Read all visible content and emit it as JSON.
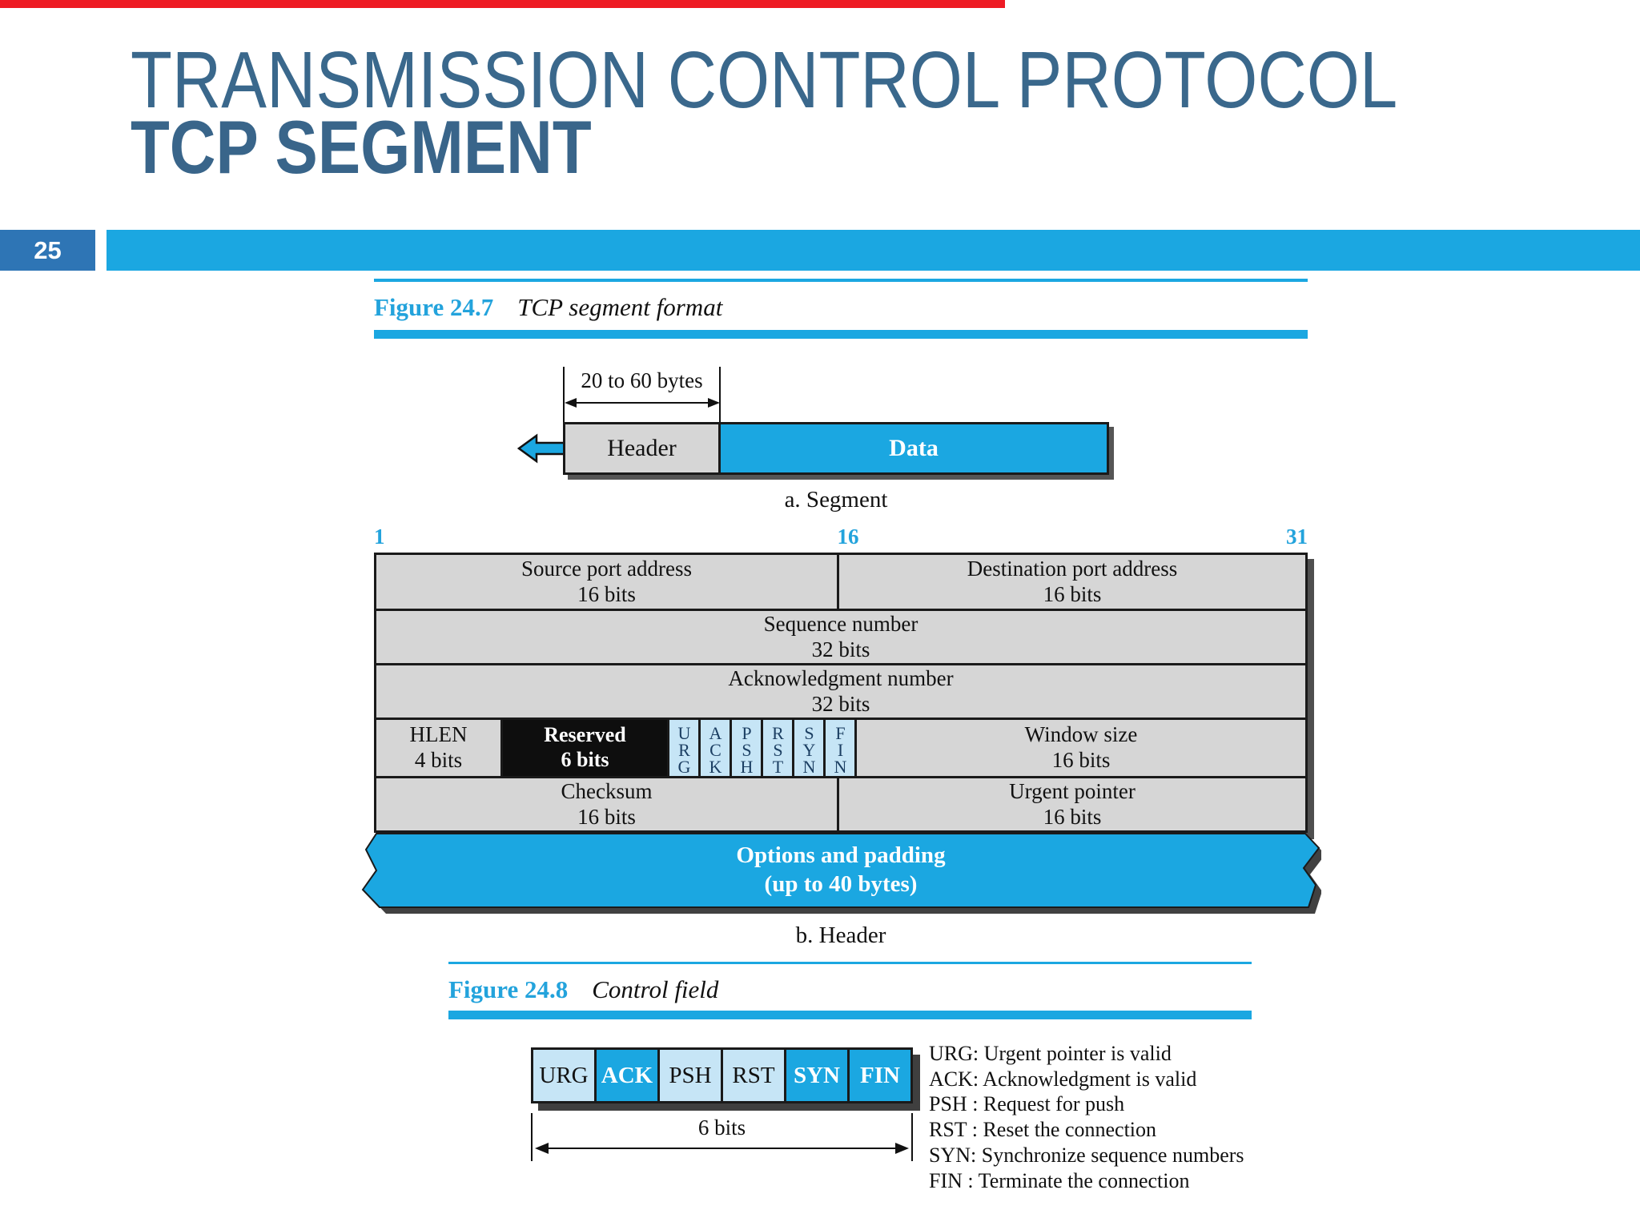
{
  "slide": {
    "title_line1": "TRANSMISSION CONTROL PROTOCOL",
    "title_line2": "TCP SEGMENT",
    "page_number": "25"
  },
  "colors": {
    "accent_cyan": "#1ba7e1",
    "badge_blue": "#2e75b5",
    "title_blue": "#3a688c",
    "figure_label_blue": "#23a3dc",
    "cell_gray": "#d6d6d6",
    "pale_blue": "#c6e5f6",
    "reserved_black": "#0e0e0e",
    "red_strip": "#ee1b24"
  },
  "figure1": {
    "label": "Figure 24.7",
    "caption": "TCP segment format",
    "segment": {
      "measure_label": "20 to 60 bytes",
      "header_label": "Header",
      "data_label": "Data",
      "sub_caption": "a. Segment"
    },
    "header_diagram": {
      "bit_labels": [
        "1",
        "16",
        "31"
      ],
      "row1": {
        "left": {
          "title": "Source port address",
          "sub": "16 bits"
        },
        "right": {
          "title": "Destination port address",
          "sub": "16 bits"
        }
      },
      "row2": {
        "title": "Sequence number",
        "sub": "32 bits"
      },
      "row3": {
        "title": "Acknowledgment number",
        "sub": "32 bits"
      },
      "row4": {
        "hlen": {
          "title": "HLEN",
          "sub": "4 bits"
        },
        "reserved": {
          "title": "Reserved",
          "sub": "6 bits"
        },
        "flags": [
          "URG",
          "ACK",
          "PSH",
          "RST",
          "SYN",
          "FIN"
        ],
        "window": {
          "title": "Window size",
          "sub": "16 bits"
        }
      },
      "row5": {
        "left": {
          "title": "Checksum",
          "sub": "16 bits"
        },
        "right": {
          "title": "Urgent pointer",
          "sub": "16 bits"
        }
      },
      "options": {
        "line1": "Options and padding",
        "line2": "(up to 40 bytes)"
      },
      "sub_caption": "b. Header"
    }
  },
  "figure2": {
    "label": "Figure 24.8",
    "caption": "Control field",
    "flags": [
      {
        "name": "URG",
        "highlighted": false
      },
      {
        "name": "ACK",
        "highlighted": true
      },
      {
        "name": "PSH",
        "highlighted": false
      },
      {
        "name": "RST",
        "highlighted": false
      },
      {
        "name": "SYN",
        "highlighted": true
      },
      {
        "name": "FIN",
        "highlighted": true
      }
    ],
    "measure_label": "6 bits",
    "legend": [
      "URG: Urgent pointer is valid",
      "ACK: Acknowledgment is valid",
      "PSH : Request for push",
      "RST : Reset the connection",
      "SYN: Synchronize sequence numbers",
      "FIN : Terminate the connection"
    ]
  }
}
